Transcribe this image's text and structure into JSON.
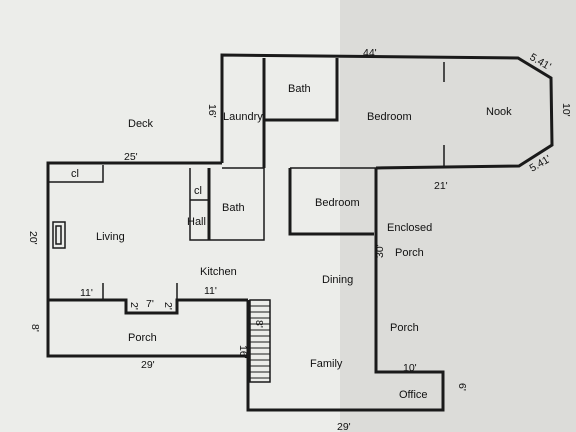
{
  "rooms": {
    "bath_upper": "Bath",
    "bedroom_upper": "Bedroom",
    "nook": "Nook",
    "deck": "Deck",
    "laundry": "Laundry",
    "bedroom_lower": "Bedroom",
    "enclosed": "Enclosed",
    "porch_right_upper": "Porch",
    "closet_left": "cl",
    "closet_hall": "cl",
    "hall": "Hall",
    "bath_lower": "Bath",
    "living": "Living",
    "kitchen": "Kitchen",
    "dining": "Dining",
    "porch_right_lower": "Porch",
    "porch_left": "Porch",
    "family": "Family",
    "office": "Office"
  },
  "dimensions": {
    "top_44": "44'",
    "nook_top": "5.41'",
    "nook_side": "10'",
    "nook_bottom": "5.41'",
    "laundry_16": "16'",
    "deck_25": "25'",
    "bedroom_21": "21'",
    "living_20": "20'",
    "enclosed_30": "30'",
    "living_11": "11'",
    "notch_2a": "2'",
    "notch_7": "7'",
    "notch_2b": "2'",
    "kitchen_11": "11'",
    "porch_8": "8'",
    "stair_8": "8'",
    "stair_16": "16'",
    "porch_29": "29'",
    "office_10": "10'",
    "office_6": "6'",
    "bottom_29": "29'"
  }
}
